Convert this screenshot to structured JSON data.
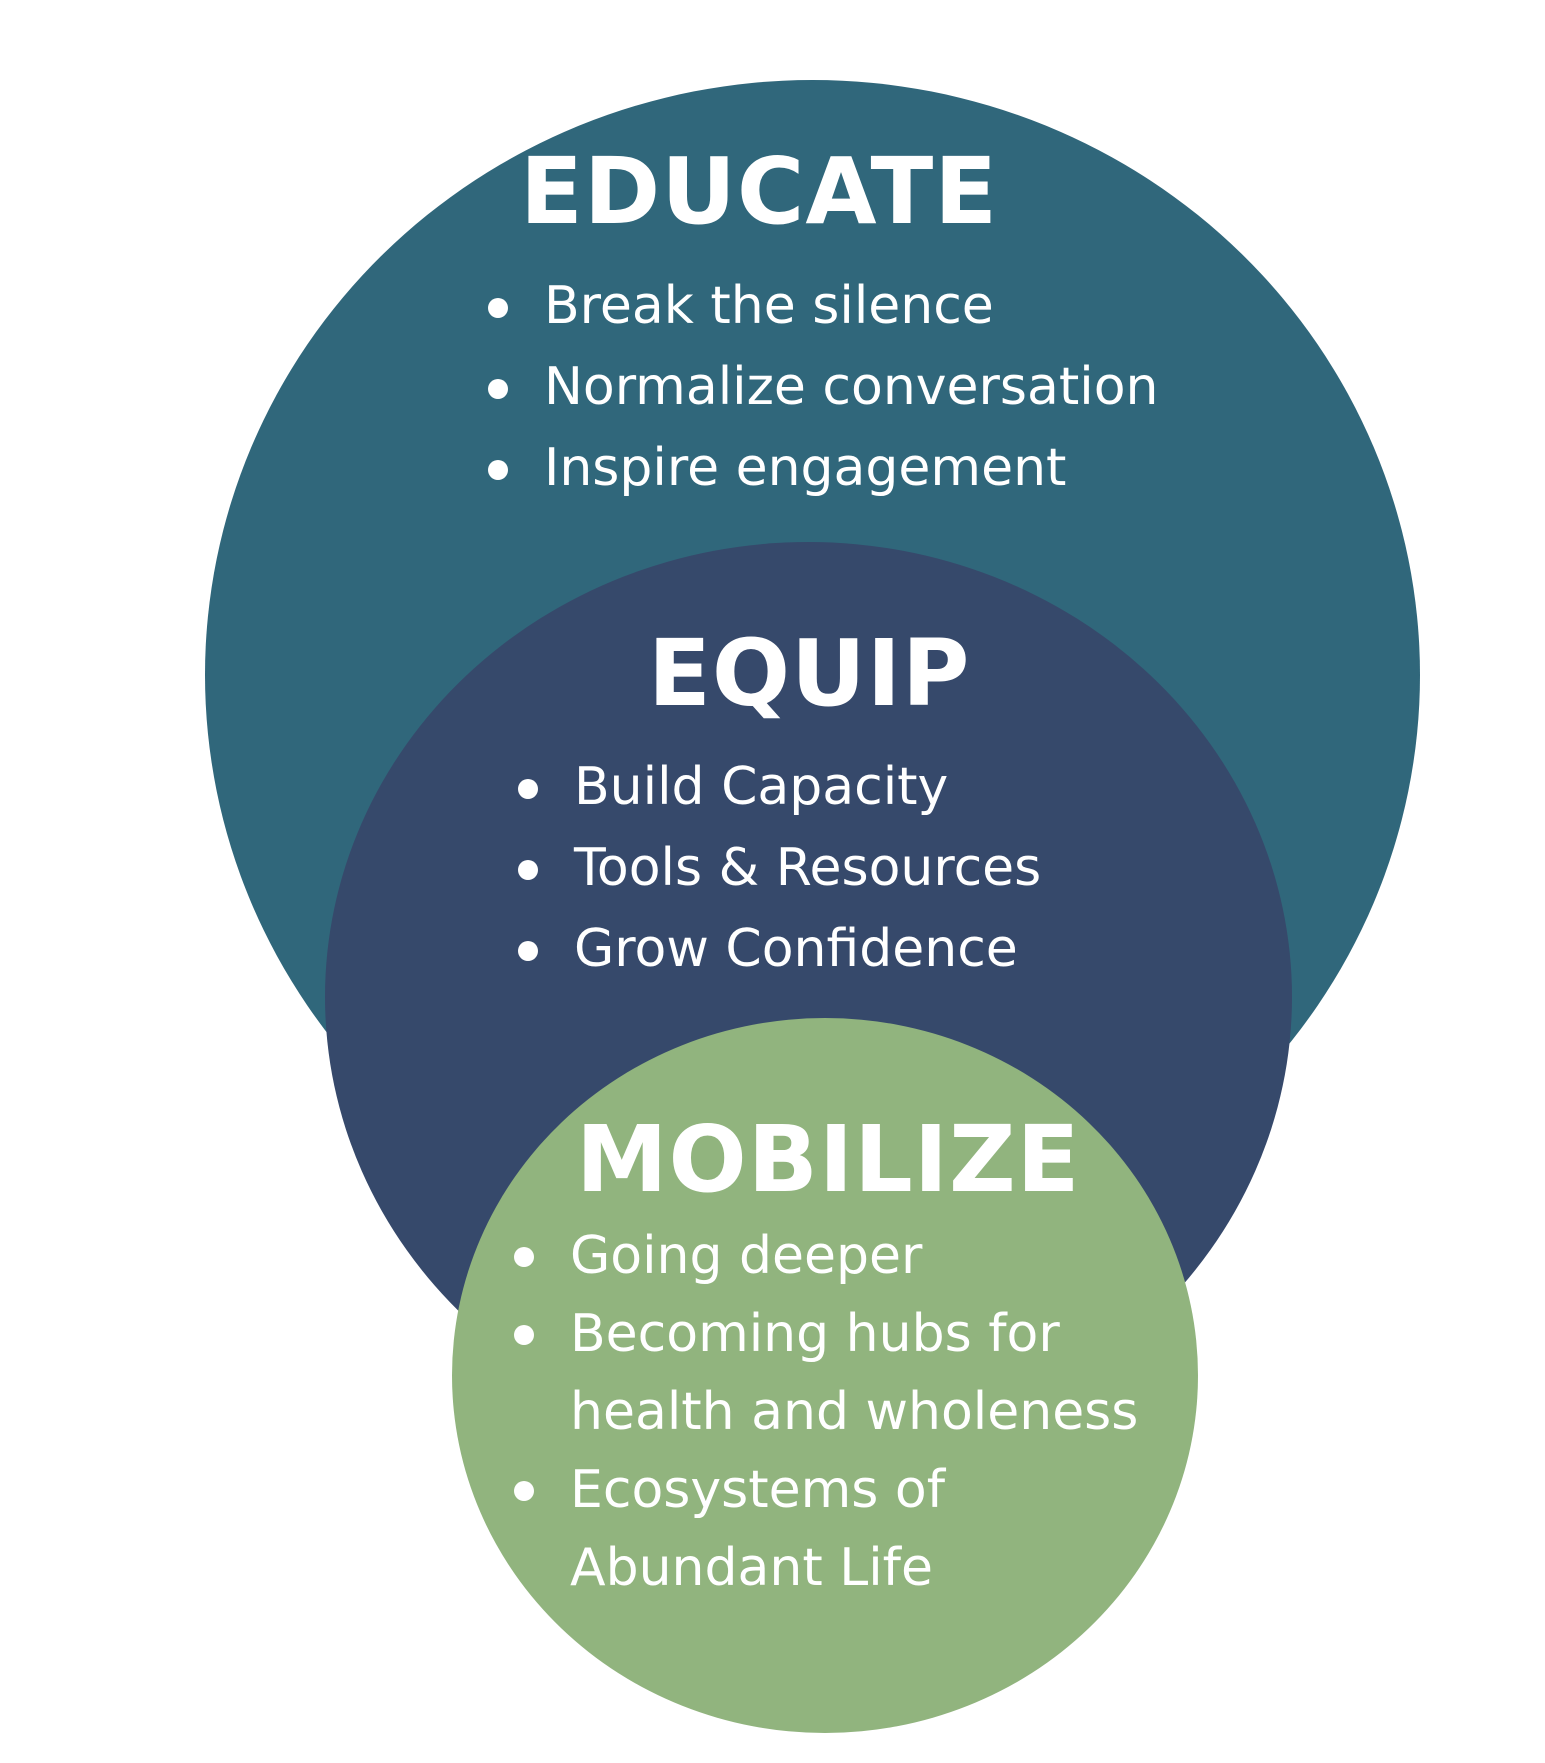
{
  "colors": {
    "educate": "#30677b",
    "equip": "#36496b",
    "mobilize": "#91b47e",
    "text": "#ffffff"
  },
  "educate": {
    "title": "EDUCATE",
    "items": [
      "Break the silence",
      "Normalize conversation",
      "Inspire engagement"
    ]
  },
  "equip": {
    "title": "EQUIP",
    "items": [
      "Build Capacity",
      "Tools & Resources",
      "Grow Confidence"
    ]
  },
  "mobilize": {
    "title": "MOBILIZE",
    "items": [
      "Going deeper",
      "Becoming hubs for",
      "health and wholeness",
      "Ecosystems of",
      "Abundant Life"
    ],
    "bullets": [
      true,
      true,
      false,
      true,
      false
    ]
  }
}
